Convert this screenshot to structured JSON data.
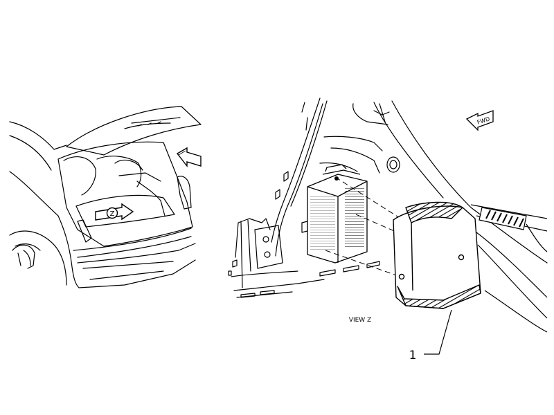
{
  "diagram": {
    "view_label": "VIEW Z",
    "callout_number": "1",
    "arrow_fwd_label": "FWD",
    "zoom_marker_letter": "Z"
  }
}
